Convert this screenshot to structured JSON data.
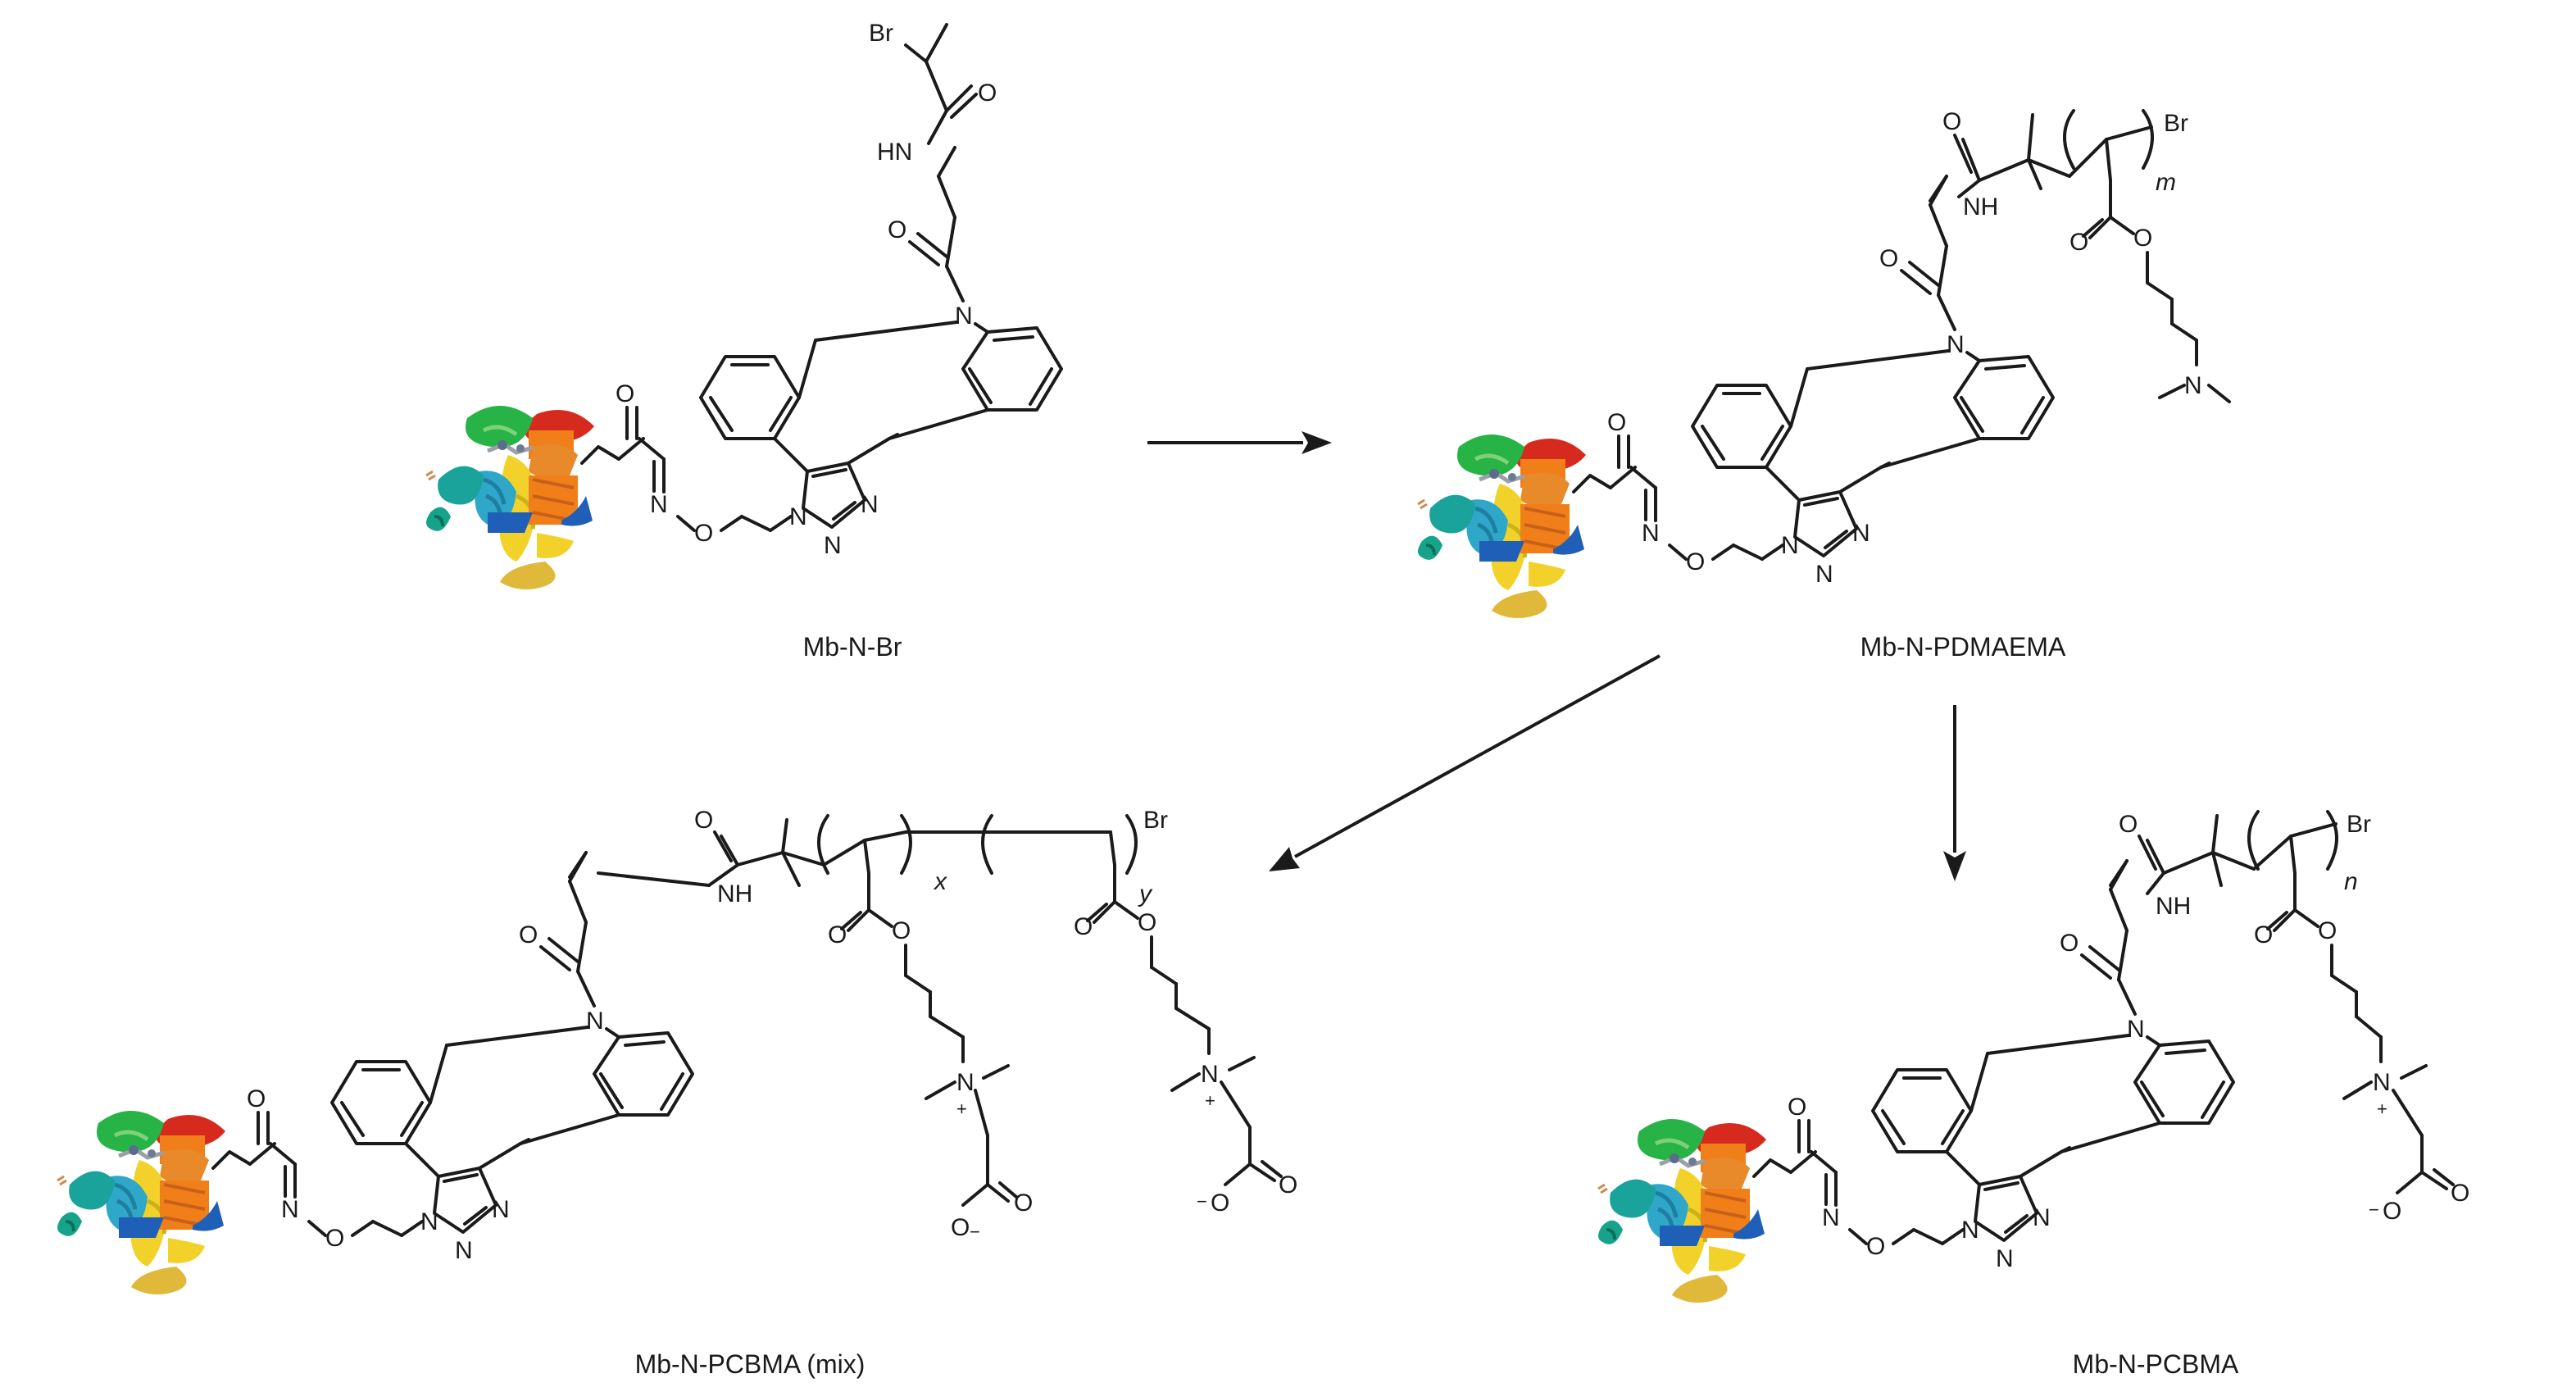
{
  "compounds": [
    {
      "name": "Mb-N-Br"
    },
    {
      "name": "Mb-N-PDMAEMA"
    },
    {
      "name": "Mb-N-PCBMA (mix)"
    },
    {
      "name": "Mb-N-PCBMA"
    }
  ],
  "atoms": {
    "O": "O",
    "N": "N",
    "Br": "Br",
    "HN": "HN",
    "NH": "NH",
    "plus": "+",
    "minus": "−",
    "m": "m",
    "n": "n",
    "x": "x",
    "y": "y"
  },
  "protein_colors": [
    "#d62a1f",
    "#f07f1a",
    "#f2d22a",
    "#27b345",
    "#1f5fb8",
    "#2ea7c9",
    "#1aa39a"
  ]
}
